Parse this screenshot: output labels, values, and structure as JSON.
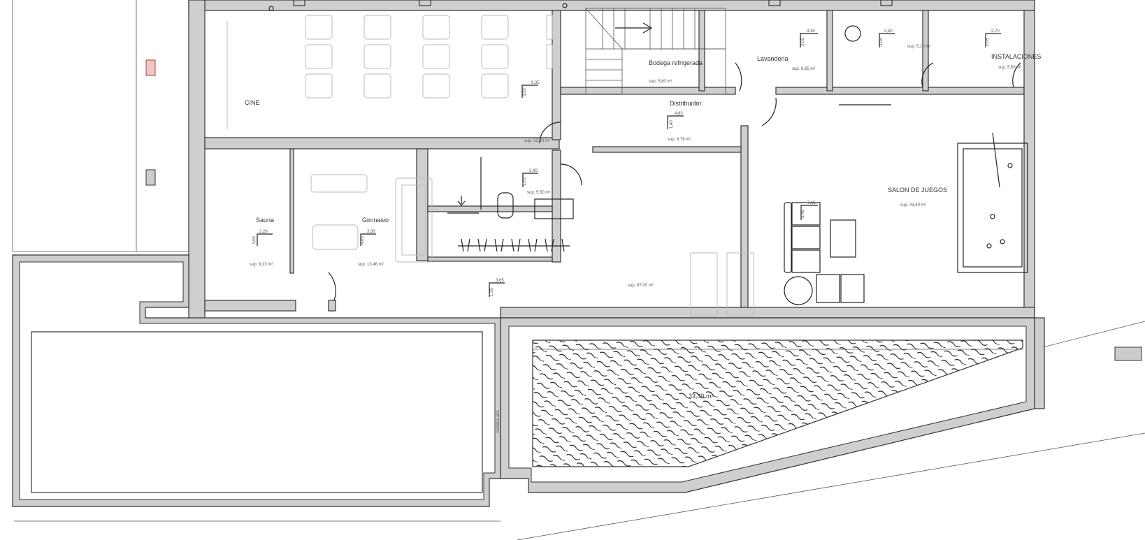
{
  "plan": {
    "rooms": {
      "cine": {
        "name": "CINE",
        "dim_w": "9,35",
        "dim_h": "3,50",
        "area": "sup. 32,40 m²"
      },
      "bodega": {
        "name": "Bodega refrigerada",
        "area": "sup. 5,80 m²"
      },
      "lavanderia": {
        "name": "Lavanderia",
        "dim_w": "3,35",
        "dim_h": "2,05",
        "area": "sup. 6,85 m²"
      },
      "aseo2": {
        "dim_w": "2,50",
        "dim_h": "2,05",
        "area": "sup. 5,10 m²"
      },
      "instalaciones": {
        "name": "INSTALACIONES",
        "dim_w": "2,70",
        "dim_h": "2,05",
        "area": "sup. 5,50 m²"
      },
      "distribuidor": {
        "name": "Distribuidor",
        "dim_w": "4,83",
        "dim_h": "1,40",
        "area": "sup. 6,76 m²"
      },
      "sauna": {
        "name": "Sauna",
        "dim_w": "2,28",
        "dim_h": "4,05",
        "area": "sup. 9,23 m²"
      },
      "gimnasio": {
        "name": "Gimnasio",
        "dim_w": "3,30",
        "dim_h": "4,05",
        "area": "sup. 13,46 m²"
      },
      "bano": {
        "dim_w": "3,40",
        "dim_h": "1,70",
        "area": "sup. 5,50 m²"
      },
      "estar": {
        "dim_w": "3,65",
        "dim_h": "1,35",
        "area": "sup. 67,00 m²"
      },
      "salon": {
        "name": "SALON DE JUEGOS",
        "dim_w": "7,65",
        "dim_h": "5,45",
        "area": "sup. 43,40 m²"
      }
    },
    "pool": {
      "area": "33,40 m²"
    },
    "window_label": "ventana alta"
  }
}
